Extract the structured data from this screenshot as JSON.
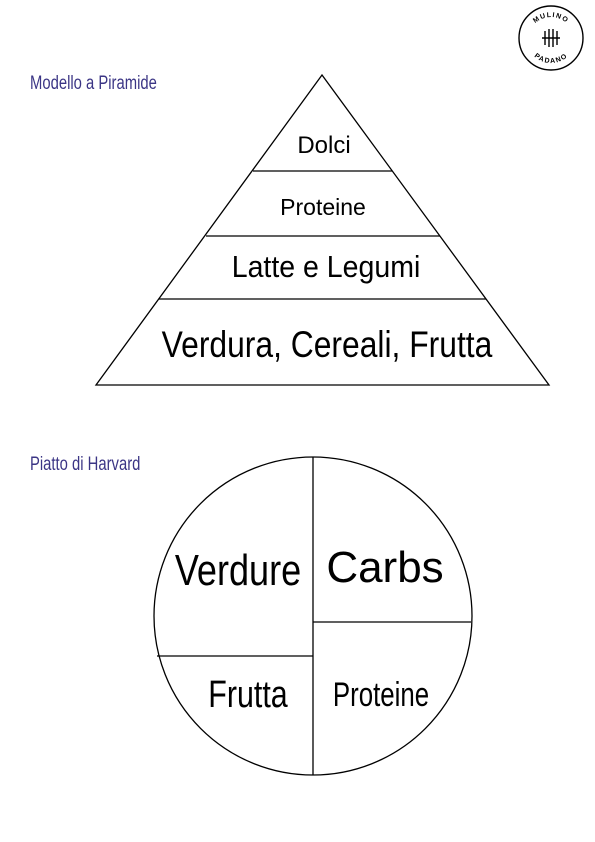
{
  "logo": {
    "line1": "MULINO",
    "line2": "PADANO",
    "icon": "wheat-emblem-icon"
  },
  "pyramid": {
    "title": "Modello a Piramide",
    "levels": [
      {
        "label": "Dolci"
      },
      {
        "label": "Proteine"
      },
      {
        "label": "Latte e Legumi"
      },
      {
        "label": "Verdura, Cereali, Frutta"
      }
    ]
  },
  "plate": {
    "title": "Piatto di Harvard",
    "sections": {
      "verdure": "Verdure",
      "carbs": "Carbs",
      "frutta": "Frutta",
      "proteine": "Proteine"
    }
  },
  "colors": {
    "title": "#3b3585",
    "line": "#000000"
  }
}
